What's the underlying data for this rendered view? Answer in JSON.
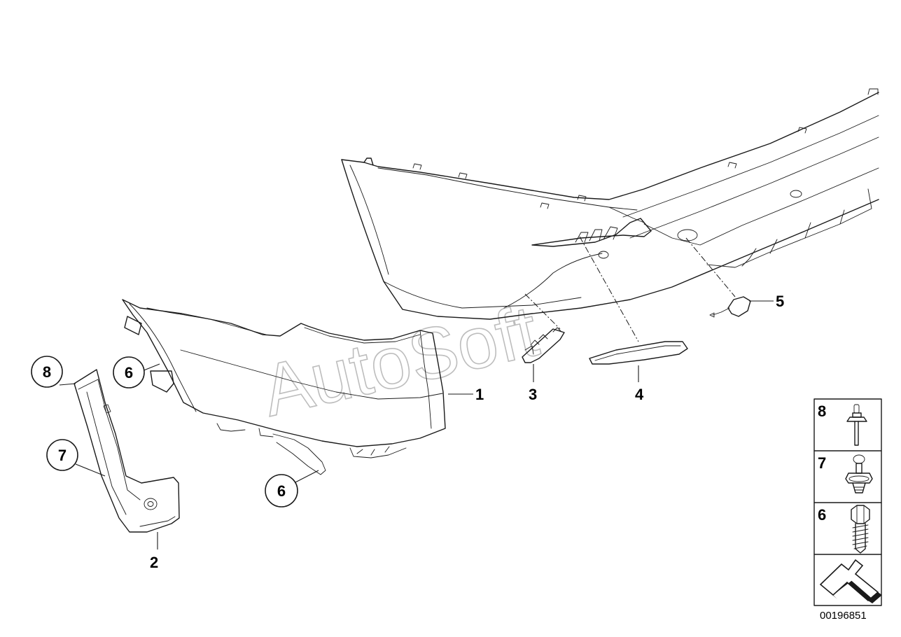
{
  "diagram": {
    "callouts": [
      {
        "id": "c1",
        "label": "1"
      },
      {
        "id": "c2",
        "label": "2"
      },
      {
        "id": "c3",
        "label": "3"
      },
      {
        "id": "c4",
        "label": "4"
      },
      {
        "id": "c5",
        "label": "5"
      },
      {
        "id": "c6a",
        "label": "6"
      },
      {
        "id": "c6b",
        "label": "6"
      },
      {
        "id": "c7",
        "label": "7"
      },
      {
        "id": "c8",
        "label": "8"
      }
    ],
    "legend": [
      {
        "label": "8",
        "icon": "rivet-icon"
      },
      {
        "label": "7",
        "icon": "expanding-rivet-icon"
      },
      {
        "label": "6",
        "icon": "screw-icon"
      }
    ],
    "direction_icon": "front-direction-arrow-icon",
    "reference_number": "00196851",
    "watermark": "AutoSoft",
    "colors": {
      "line": "#1a1a1a",
      "watermark": "#bdbdbd",
      "background": "#ffffff"
    }
  }
}
